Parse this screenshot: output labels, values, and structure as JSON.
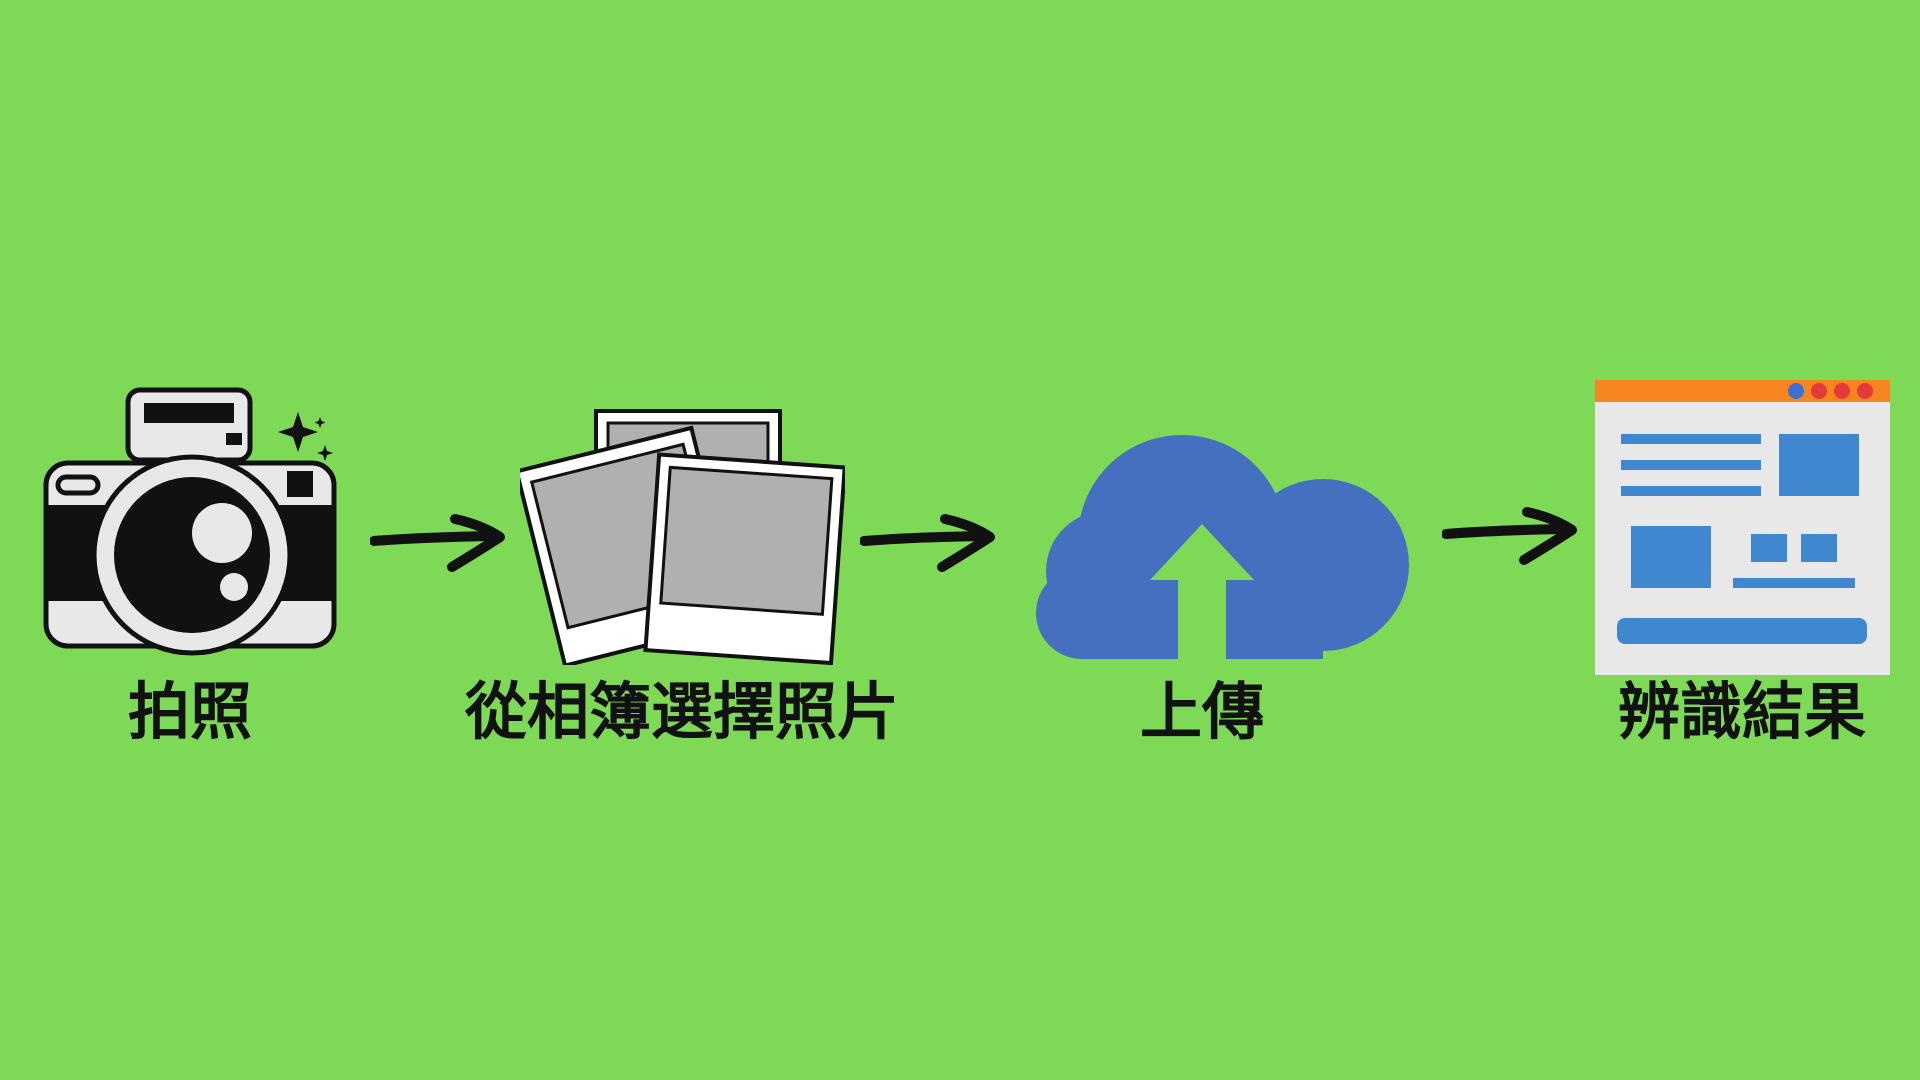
{
  "colors": {
    "background": "#7ED957",
    "ink": "#111111",
    "cloud": "#4570C0",
    "browser_bar": "#F6841F",
    "browser_page": "#E8E8E8",
    "browser_block": "#3F88CF",
    "dot_blue": "#3F6FD0",
    "dot_red": "#E23B3B",
    "photo_gray": "#B0B0B0"
  },
  "steps": [
    {
      "label": "拍照",
      "icon": "camera-icon"
    },
    {
      "label": "從相簿選擇照片",
      "icon": "photos-icon"
    },
    {
      "label": "上傳",
      "icon": "cloud-upload-icon"
    },
    {
      "label": "辨識結果",
      "icon": "browser-result-icon"
    }
  ],
  "arrows": [
    "arrow-right-icon",
    "arrow-right-icon",
    "arrow-right-icon"
  ]
}
